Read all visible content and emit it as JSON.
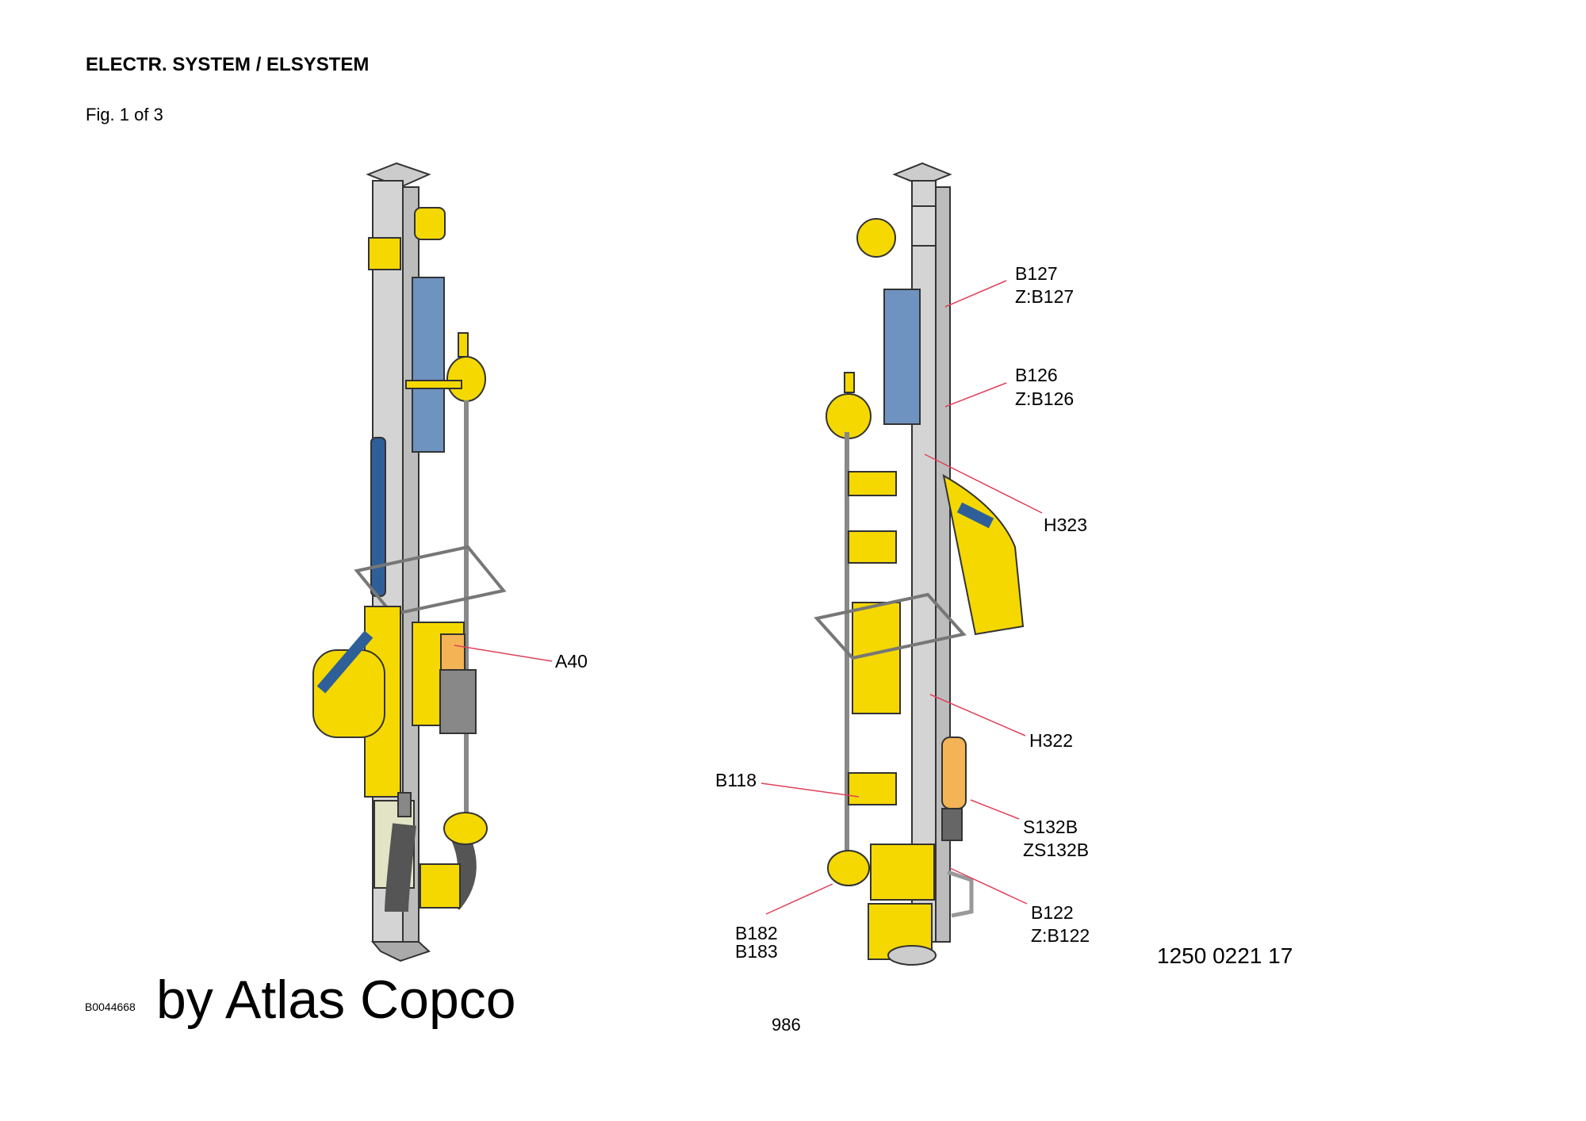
{
  "header": {
    "title": "ELECTR. SYSTEM / ELSYSTEM",
    "figure": "Fig. 1 of 3"
  },
  "callouts": {
    "a40": "A40",
    "b127": "B127",
    "zb127": "Z:B127",
    "b126": "B126",
    "zb126": "Z:B126",
    "h323": "H323",
    "h322": "H322",
    "b118": "B118",
    "s132b": "S132B",
    "zs132b": "ZS132B",
    "b122": "B122",
    "zb122": "Z:B122",
    "b182": "B182",
    "b183": "B183"
  },
  "footer": {
    "document_number": "1250 0221 17",
    "page_number": "986",
    "image_id": "B0044668",
    "watermark": "by Atlas Copco"
  },
  "colors": {
    "yellow": "#f5d800",
    "blue": "#3b6fa8",
    "steel_blue": "#6f93c0",
    "grey": "#c9c9c9",
    "orange": "#f4b455",
    "leader": "#e0405a"
  }
}
